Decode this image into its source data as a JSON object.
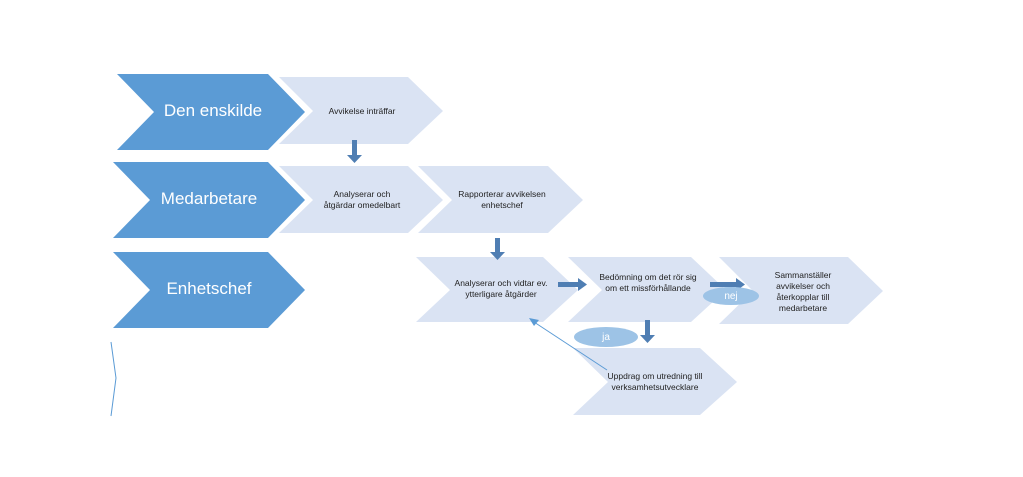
{
  "roles": [
    {
      "id": "role-den-enskilde",
      "label": "Den enskilde"
    },
    {
      "id": "role-medarbetare",
      "label": "Medarbetare"
    },
    {
      "id": "role-enhetschef",
      "label": "Enhetschef"
    }
  ],
  "steps": {
    "s1": "Avvikelse inträffar",
    "s2": "Analyserar och åtgärdar omedelbart",
    "s3": "Rapporterar avvikelsen enhetschef",
    "s4": "Analyserar och vidtar ev. ytterligare åtgärder",
    "s5": "Bedömning om det rör sig om ett missförhållande",
    "s6": "Sammanställer avvikelser och återkopplar till medarbetare",
    "s7": "Uppdrag om utredning till verksamhetsutvecklare"
  },
  "decisions": {
    "nej": "nej",
    "ja": "ja"
  },
  "colors": {
    "role_fill": "#5b9bd5",
    "step_fill": "#dae3f3",
    "arrow": "#4f7eb3",
    "pill": "#9dc3e6",
    "connector": "#5b9bd5"
  }
}
